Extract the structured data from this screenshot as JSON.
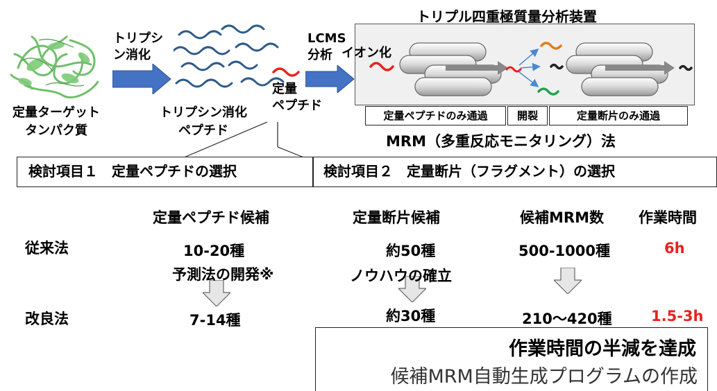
{
  "top": {
    "target_protein": [
      "定量ターゲット",
      "タンパク質"
    ],
    "digestion_step": [
      "トリプシ",
      "ン消化"
    ],
    "digested_peptides": [
      "トリプシン消化",
      "ペプチド"
    ],
    "quant_peptide": [
      "定量",
      "ペプチド"
    ],
    "lcms_step": [
      "LCMS",
      "分析"
    ],
    "ionization": "イオン化",
    "instrument_title": "トリプル四重極質量分析装置",
    "stage_q1": "定量ペプチドのみ通過",
    "stage_cleave": "開裂",
    "stage_q3": "定量断片のみ通過",
    "method_name": "MRM（多重反応モニタリング）法"
  },
  "items": {
    "item1": "検討項目１　定量ペプチドの選択",
    "item2": "検討項目２　定量断片（フラグメント）の選択"
  },
  "table": {
    "headers": [
      "定量ペプチド候補",
      "定量断片候補",
      "候補MRM数",
      "作業時間"
    ],
    "conventional": {
      "label": "従来法",
      "values": [
        "10-20種",
        "約50種",
        "500-1000種",
        "6h"
      ]
    },
    "improvements": [
      "予測法の開発※",
      "ノウハウの確立"
    ],
    "improved": {
      "label": "改良法",
      "values": [
        "7-14種",
        "約30種",
        "210～420種",
        "1.5-3h"
      ]
    }
  },
  "result": {
    "headline": "作業時間の半減を達成",
    "subline": "候補MRM自動生成プログラムの作成"
  },
  "colors": {
    "arrow_blue": "#4472c4",
    "highlight_red": "#e8231f",
    "peptide_blue": "#2e5b8a",
    "fragment_orange": "#e07b1f",
    "fragment_green": "#1fa34a"
  }
}
